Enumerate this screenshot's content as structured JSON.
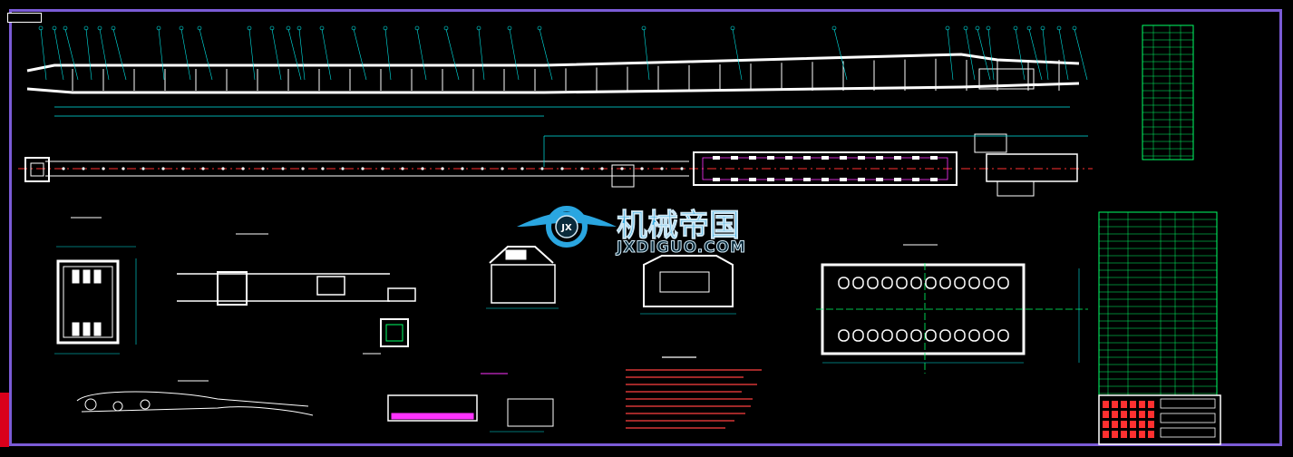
{
  "watermark": {
    "cn": "机械帝国",
    "en": "JXDIGUO.COM",
    "emblem": "JX"
  },
  "colors": {
    "background": "#000000",
    "frame": "#7b5bd6",
    "lines": "#ffffff",
    "dims": "#00e5e5",
    "centerline": "#ff3030",
    "accent": "#ff33ff",
    "table": "#00ff66",
    "watermark": "#2aa6e0"
  },
  "icons": [
    "gear-wing-emblem-icon"
  ]
}
